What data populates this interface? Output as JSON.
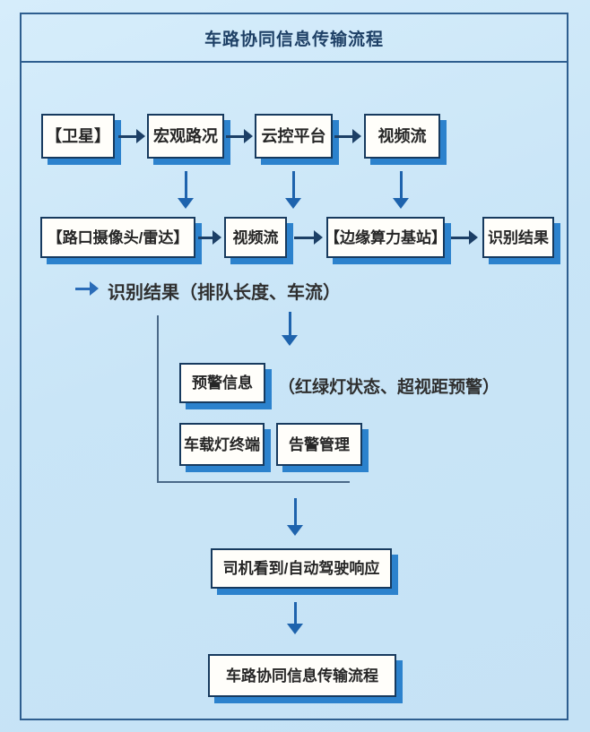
{
  "title": "车路协同信息传输流程",
  "diagram": {
    "row1": {
      "satellite": "【卫星】",
      "macro_traffic": "宏观路况",
      "cloud_platform": "云控平台",
      "video_stream": "视频流"
    },
    "row2": {
      "intersection_camera_radar": "【路口摄像头/雷达】",
      "video_stream": "视频流",
      "edge_compute_station": "【边缘算力基站】",
      "recognition_result": "识别结果"
    },
    "recognition_annotation": "识别结果（排队长度、车流）",
    "alert_info": "预警信息",
    "alert_annotation": "（红绿灯状态、超视距预警）",
    "vehicle_light_terminal": "车载灯终端",
    "alarm_management": "告警管理",
    "driver_response": "司机看到/自动驾驶响应",
    "footer_process": "车路协同信息传输流程"
  },
  "colors": {
    "background": "#c9e5f7",
    "frame_border": "#2e5e8f",
    "box_border": "#173a5e",
    "box_fill": "#fffefa",
    "box_shadow": "#2c82cd",
    "arrow_navy": "#1c3f66",
    "arrow_blue": "#1e63ad",
    "title_text": "#1e4066",
    "body_text": "#262626"
  }
}
